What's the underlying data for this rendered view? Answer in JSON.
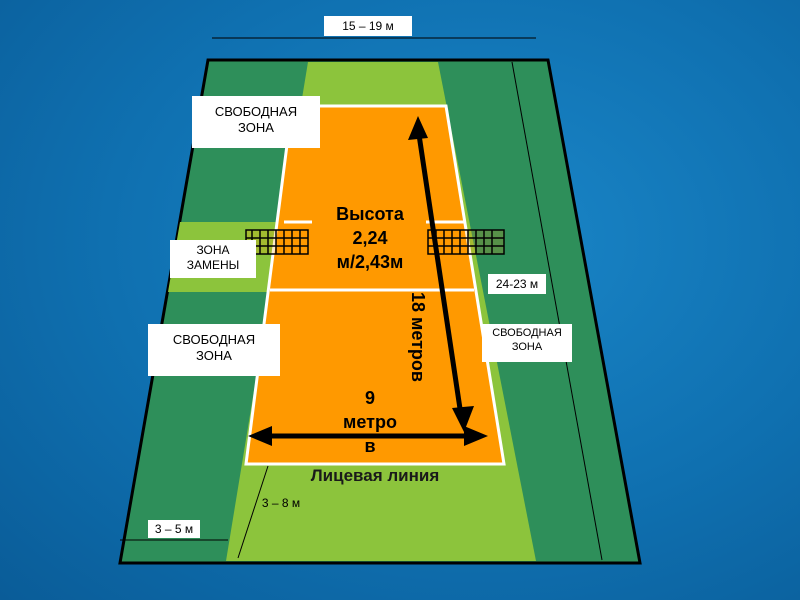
{
  "colors": {
    "background": "#0f70b0",
    "outer_field": "#2e8f5a",
    "light_green": "#8cc43c",
    "court": "#ff9900",
    "lines": "#ffffff"
  },
  "labels": {
    "width_range": "15 – 19 м",
    "length_range": "24-23 м",
    "free_zone_top": "СВОБОДНАЯ ЗОНА",
    "substitution_zone": "ЗОНА ЗАМЕНЫ",
    "free_zone_left": "СВОБОДНАЯ ЗОНА",
    "free_zone_right": "СВОБОДНАЯ ЗОНА",
    "net_height": "Высота 2,24 м/2,43м",
    "length_18": "18 метров",
    "width_9": "9 метро в",
    "end_line": "Лицевая линия",
    "margin_3_8": "3 – 8 м",
    "margin_3_5": "3 – 5 м"
  }
}
